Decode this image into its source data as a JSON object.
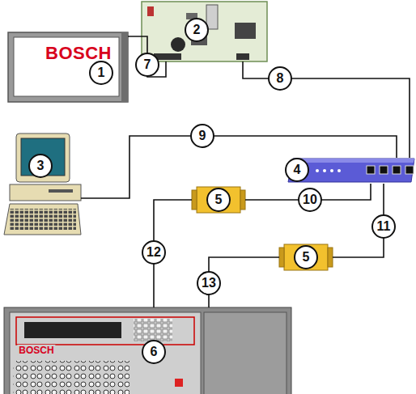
{
  "diagram": {
    "nodes": [
      {
        "text": [
          "BOSCH",
          "1"
        ]
      },
      {
        "text": [
          "2"
        ]
      },
      {
        "text": [
          "3"
        ]
      },
      {
        "text": [
          "4"
        ]
      },
      {
        "text": [
          "5"
        ]
      },
      {
        "text": [
          "5"
        ]
      },
      {
        "text": [
          "BOSCH",
          "6"
        ]
      }
    ],
    "edges": [
      {
        "from": 0,
        "to": 1,
        "arrow": "none",
        "label": "7"
      },
      {
        "from": 1,
        "to": 3,
        "arrow": "none",
        "label": "8"
      },
      {
        "from": 2,
        "to": 3,
        "arrow": "none",
        "label": "9"
      },
      {
        "from": 3,
        "to": 4,
        "arrow": "none",
        "label": "10"
      },
      {
        "from": 3,
        "to": 5,
        "arrow": "none",
        "label": "11"
      },
      {
        "from": 4,
        "to": 6,
        "arrow": "none",
        "label": "12"
      },
      {
        "from": 5,
        "to": 6,
        "arrow": "none",
        "label": "13"
      }
    ]
  }
}
